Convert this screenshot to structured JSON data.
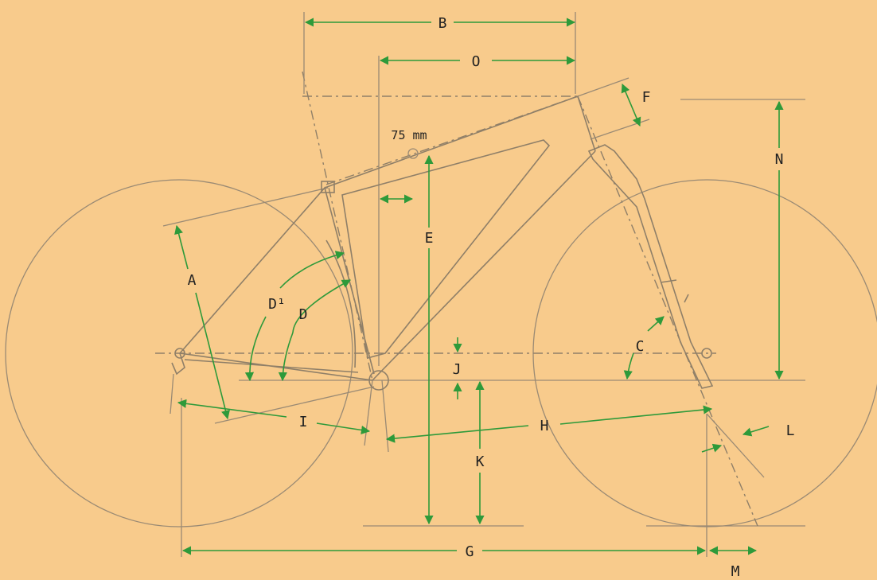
{
  "diagram": {
    "labels": {
      "A": "A",
      "B": "B",
      "C": "C",
      "D": "D",
      "D1": "D¹",
      "E": "E",
      "F": "F",
      "G": "G",
      "H": "H",
      "I": "I",
      "J": "J",
      "K": "K",
      "L": "L",
      "M": "M",
      "N": "N",
      "O": "O"
    },
    "annotation": "75 mm",
    "colors": {
      "background": "#f8cb8c",
      "dimension": "#2e9a3a",
      "frame": "#8f7f68",
      "text": "#222222"
    }
  }
}
